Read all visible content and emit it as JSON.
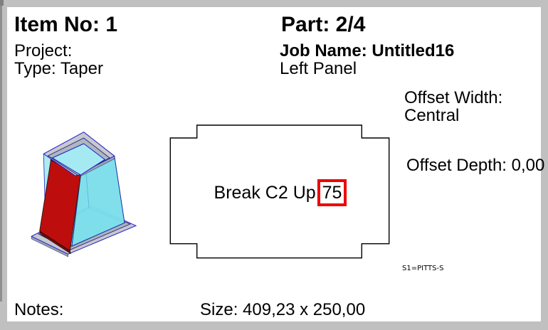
{
  "header": {
    "item_no": "Item No: 1",
    "project": "Project:",
    "type": "Type: Taper",
    "part": "Part: 2/4",
    "job_name": "Job Name: Untitled16",
    "panel_name": "Left Panel"
  },
  "offsets": {
    "width_label": "Offset Width:",
    "width_value": "Central",
    "depth": "Offset Depth: 0,00"
  },
  "drawing": {
    "break_label": "Break C2 Up",
    "break_value": "75",
    "highlight_color": "#ee0000"
  },
  "annotations": {
    "seam": "S1=PITTS-S"
  },
  "footer": {
    "notes_label": "Notes:",
    "size": "Size: 409,23 x 250,00"
  },
  "preview_colors": {
    "selected_panel": "#bd0d0d",
    "duct_cyan": "#74dce8",
    "flange_gray": "#c8c8d0",
    "outline_blue": "#2121c8"
  }
}
